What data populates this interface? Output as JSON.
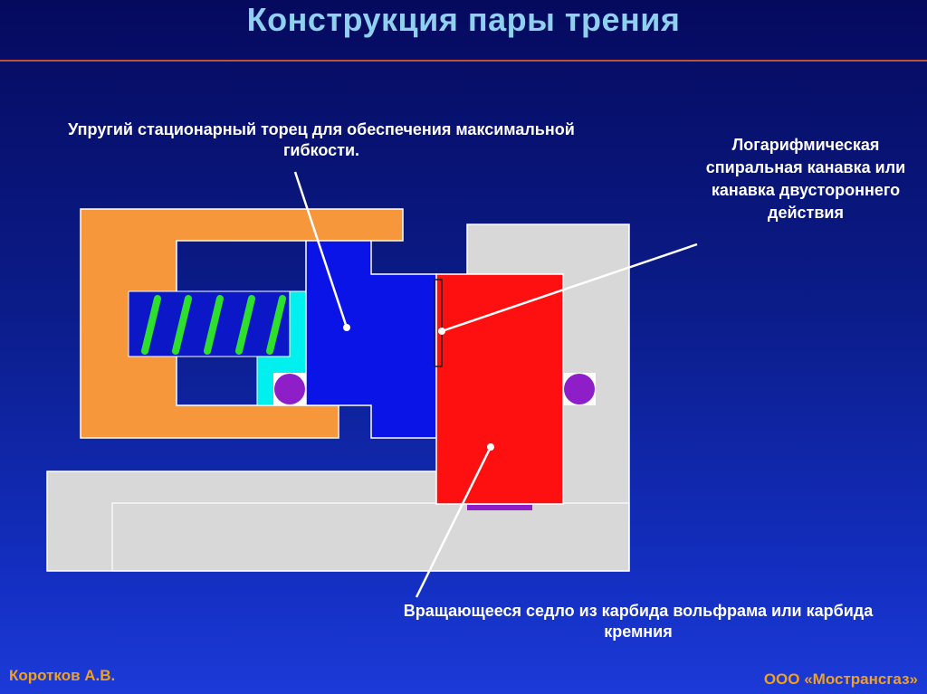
{
  "title": "Конструкция пары трения",
  "labels": {
    "elastic_face": "Упругий стационарный торец для обеспечения максимальной гибкости.",
    "spiral_groove": "Логарифмическая спиральная канавка или канавка двустороннего действия",
    "rotating_seat": "Вращающееся седло из карбида вольфрама или карбида кремния"
  },
  "footer": {
    "author": "Коротков А.В.",
    "organization": "ООО «Мострансгаз»"
  },
  "colors": {
    "housing": "#f5973a",
    "shaft": "#d8d8d8",
    "stationary_face": "#0a14e6",
    "rotating_seat": "#ff1010",
    "spring": "#2ee02e",
    "o_ring": "#8e1ec8",
    "retainer": "#00f0f0",
    "pointer": "#ffffff"
  }
}
